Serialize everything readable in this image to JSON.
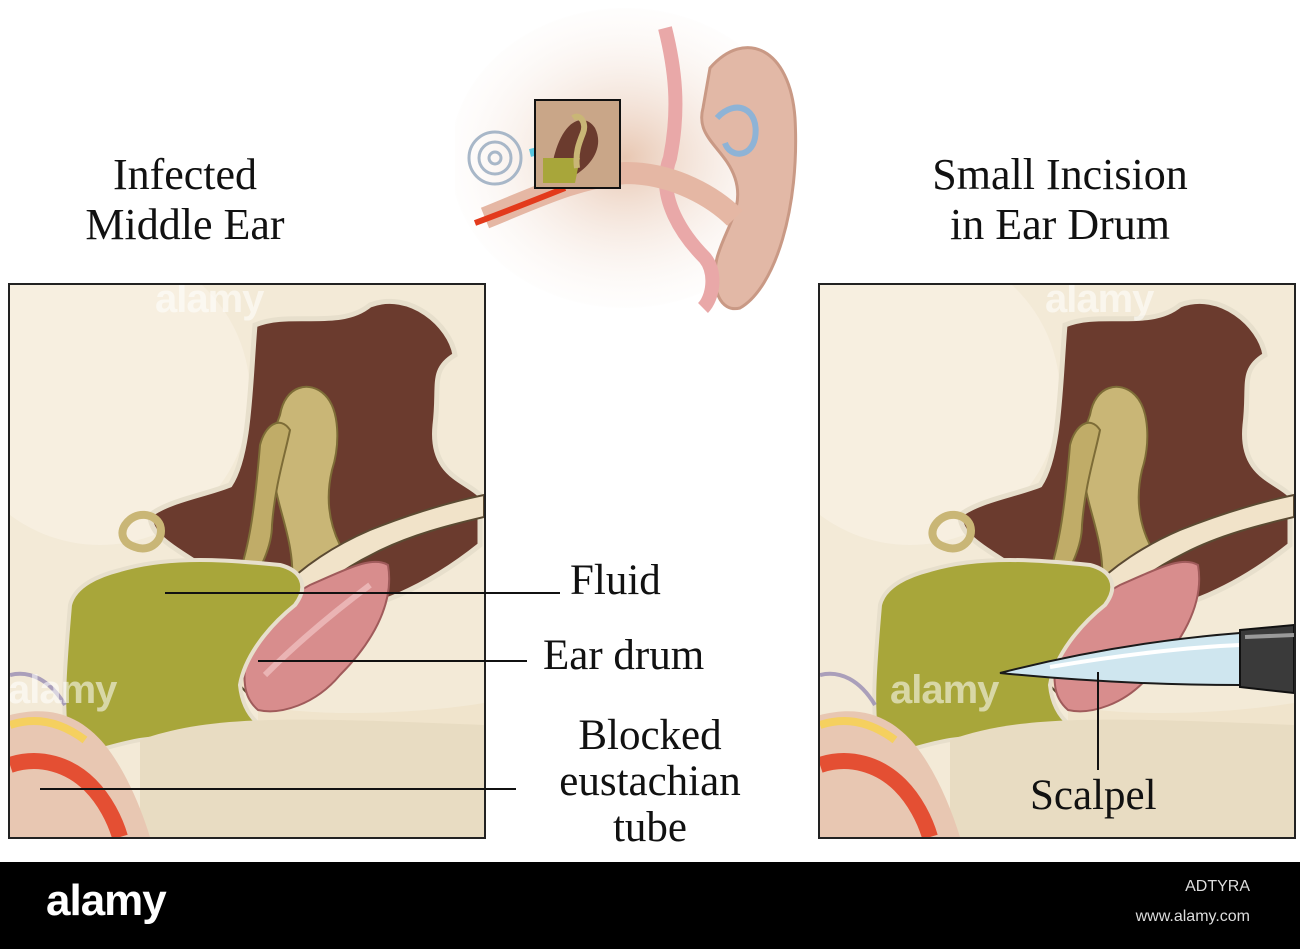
{
  "titles": {
    "left_line1": "Infected",
    "left_line2": "Middle Ear",
    "right_line1": "Small Incision",
    "right_line2": "in Ear Drum"
  },
  "labels": {
    "fluid": "Fluid",
    "ear_drum": "Ear drum",
    "blocked_line1": "Blocked",
    "blocked_line2": "eustachian",
    "blocked_line3": "tube",
    "scalpel": "Scalpel"
  },
  "watermark": {
    "text": "alamy"
  },
  "footer": {
    "brand": "alamy",
    "image_code": "ADTYRA",
    "site": "www.alamy.com"
  },
  "colors": {
    "fluid": "#a8a63a",
    "bone": "#c9b676",
    "cavity": "#6b3b2e",
    "drum": "#d88d8d",
    "background_panel": "#f3ead7",
    "footer": "#000000"
  }
}
